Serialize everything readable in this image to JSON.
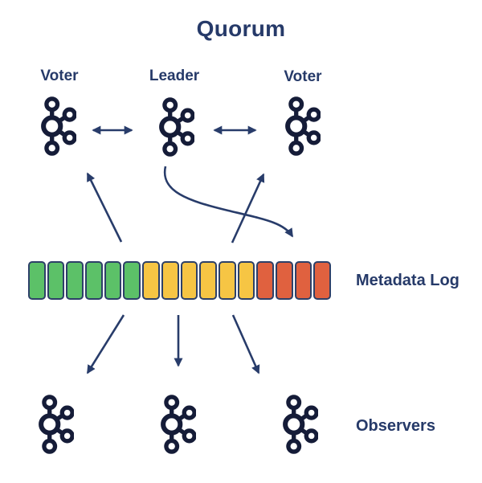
{
  "title": "Quorum",
  "colors": {
    "green": "#5cc168",
    "yellow": "#f6c544",
    "orange": "#e0613f",
    "icon_navy": "#151c38",
    "text_navy": "#263a69",
    "arrow_navy": "#283c6a",
    "cell_border": "#2d4068"
  },
  "quorum": {
    "nodes": [
      {
        "label": "Voter",
        "role": "voter",
        "icon": "kafka-node-icon"
      },
      {
        "label": "Leader",
        "role": "leader",
        "icon": "kafka-node-icon"
      },
      {
        "label": "Voter",
        "role": "voter",
        "icon": "kafka-node-icon"
      }
    ]
  },
  "metadata_log": {
    "label": "Metadata Log",
    "cells": [
      "green",
      "green",
      "green",
      "green",
      "green",
      "green",
      "yellow",
      "yellow",
      "yellow",
      "yellow",
      "yellow",
      "yellow",
      "orange",
      "orange",
      "orange",
      "orange"
    ]
  },
  "observers": {
    "label": "Observers",
    "count": 3,
    "icon": "kafka-node-icon"
  },
  "connections": [
    {
      "from": "voter-left",
      "to": "leader",
      "type": "bidirectional"
    },
    {
      "from": "leader",
      "to": "voter-right",
      "type": "bidirectional"
    },
    {
      "from": "metadata-log",
      "to": "voter-left",
      "type": "arrow"
    },
    {
      "from": "leader",
      "to": "metadata-log",
      "type": "curved-arrow"
    },
    {
      "from": "metadata-log",
      "to": "voter-right",
      "type": "arrow"
    },
    {
      "from": "metadata-log",
      "to": "observer-left",
      "type": "arrow"
    },
    {
      "from": "metadata-log",
      "to": "observer-middle",
      "type": "arrow"
    },
    {
      "from": "metadata-log",
      "to": "observer-right",
      "type": "arrow"
    }
  ]
}
